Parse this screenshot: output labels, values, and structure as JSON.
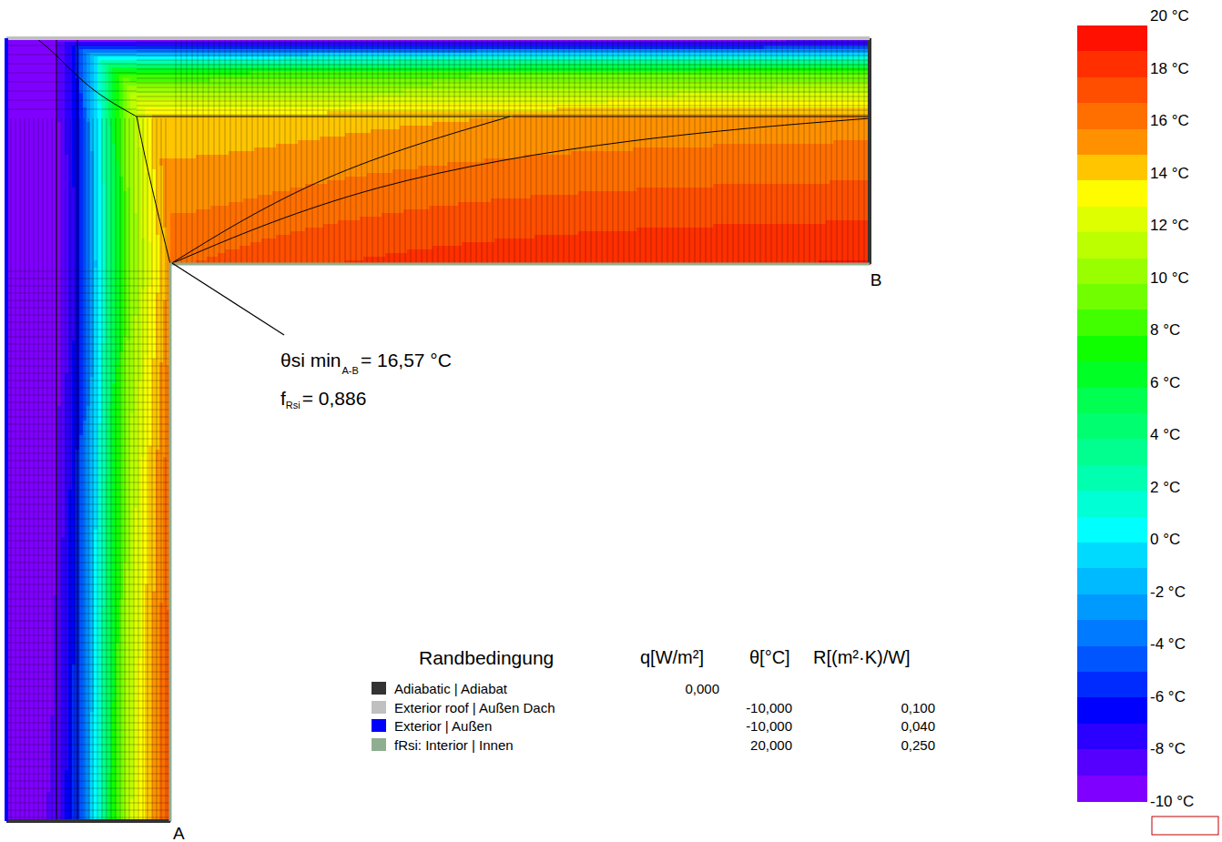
{
  "diagram": {
    "labels": [
      "20 °C",
      "18 °C",
      "16 °C",
      "14 °C",
      "12 °C",
      "10 °C",
      "8 °C",
      "6 °C",
      "4 °C",
      "2 °C",
      "0 °C",
      "-2 °C",
      "-4 °C",
      "-6 °C",
      "-8 °C",
      "-10 °C",
      "A",
      "B",
      "θsi min",
      "A-B",
      "= 16,57 °C",
      "f",
      "Rsi",
      "= 0,886",
      "Randbedingung",
      "q[W/m²]",
      "θ[°C]",
      "R[(m²·K)/W]",
      "0,000",
      "-10,000",
      "0,100",
      "-10,000",
      "0,040",
      "20,000",
      "0,250"
    ],
    "legend": [
      {
        "text": "Adiabatic | Adiabat",
        "color": "#333333"
      },
      {
        "text": "Exterior roof | Außen Dach",
        "color": "#c0c0c0"
      },
      {
        "text": "Exterior | Außen",
        "color": "#0000ff"
      },
      {
        "text": "fRsi: Interior | Innen",
        "color": "#8fae8f"
      }
    ]
  }
}
